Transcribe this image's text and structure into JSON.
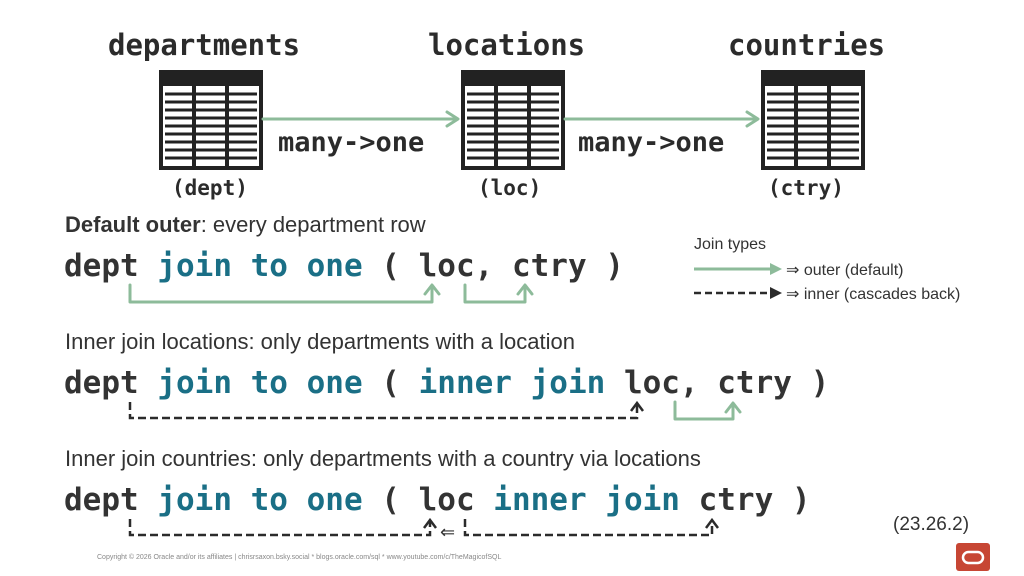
{
  "tables": [
    {
      "name": "departments",
      "alias": "(dept)"
    },
    {
      "name": "locations",
      "alias": "(loc)"
    },
    {
      "name": "countries",
      "alias": "(ctry)"
    }
  ],
  "relationships": [
    "many->one",
    "many->one"
  ],
  "section1": {
    "desc_bold": "Default outer",
    "desc_rest": ": every department row",
    "code": {
      "t1": "dept ",
      "k1": "join to one",
      "p1": " ( loc, ctry )"
    }
  },
  "section2": {
    "desc": "Inner join locations: only departments with a location",
    "code": {
      "t1": "dept ",
      "k1": "join to one",
      "p1": " ( ",
      "k2": "inner join",
      "p2": " loc, ctry )"
    }
  },
  "section3": {
    "desc": "Inner join countries: only departments with a country via locations",
    "code": {
      "t1": "dept ",
      "k1": "join to one",
      "p1": " ( loc ",
      "k2": "inner join",
      "p2": " ctry )"
    },
    "back_arrow": "⇐"
  },
  "legend": {
    "title": "Join types",
    "outer": "⇒ outer (default)",
    "inner": "⇒ inner (cascades back)"
  },
  "version": "(23.26.2)",
  "footer": "Copyright © 2026 Oracle and/or its affiliates | chrisrsaxon.bsky.social * blogs.oracle.com/sql * www.youtube.com/c/TheMagicofSQL",
  "colors": {
    "accent": "#1a6f86",
    "outer_arrow": "#8dbb9a",
    "inner_arrow": "#2b2b2b",
    "logo": "#c74634"
  },
  "icons": [
    "table-icon",
    "oracle-logo-icon"
  ]
}
